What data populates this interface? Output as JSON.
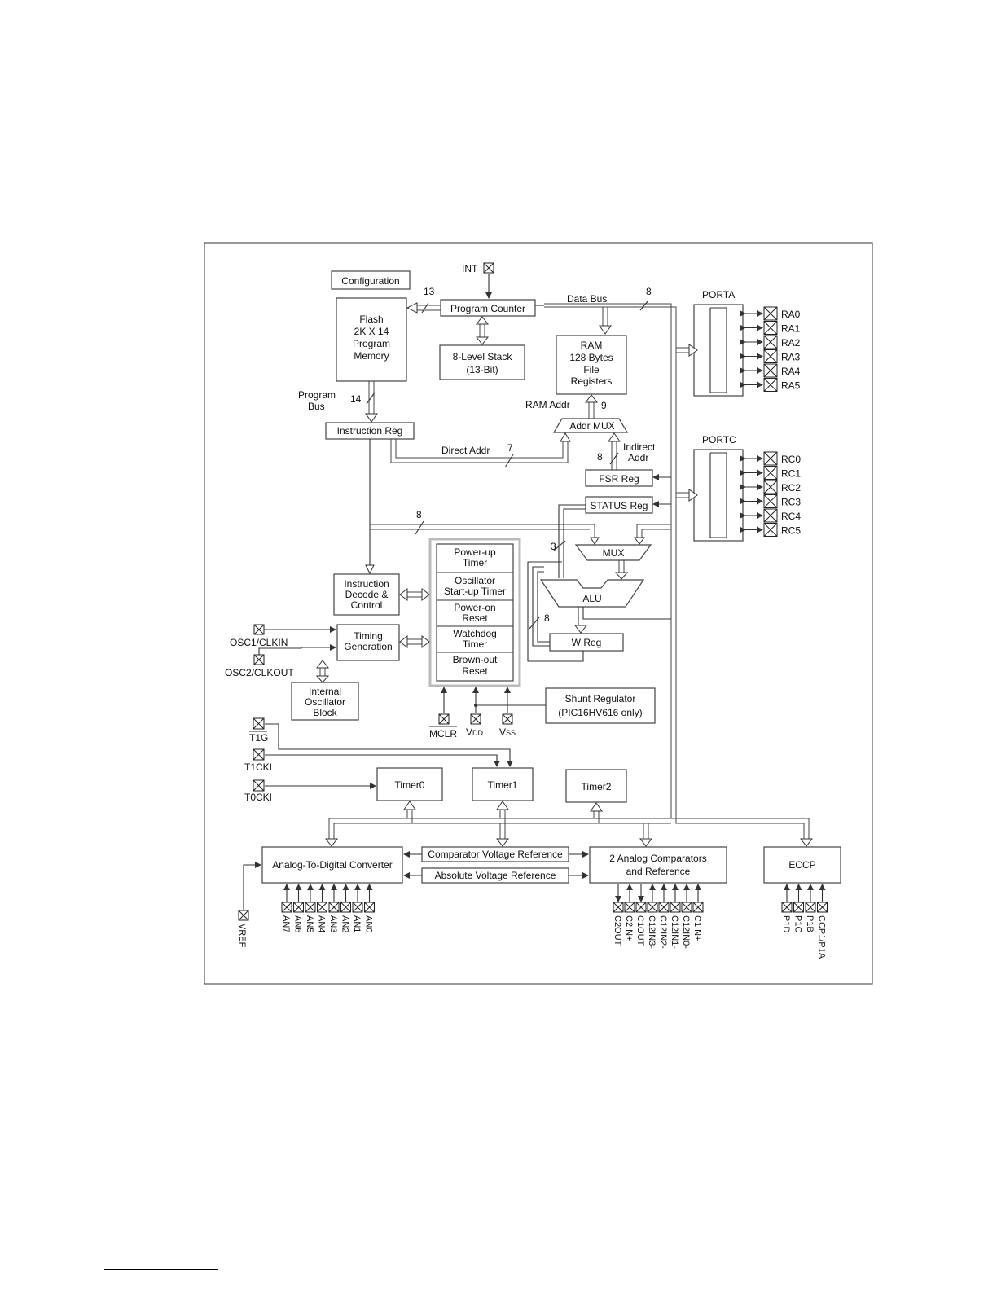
{
  "blocks": {
    "configuration": "Configuration",
    "flash": [
      "Flash",
      "2K X 14",
      "Program",
      "Memory"
    ],
    "program_counter": "Program Counter",
    "stack": [
      "8-Level Stack",
      "(13-Bit)"
    ],
    "ram": [
      "RAM",
      "128 Bytes",
      "File",
      "Registers"
    ],
    "instruction_reg": "Instruction Reg",
    "addr_mux": "Addr MUX",
    "fsr_reg": "FSR Reg",
    "status_reg": "STATUS Reg",
    "mux": "MUX",
    "alu": "ALU",
    "w_reg": "W Reg",
    "instruction_decode": [
      "Instruction",
      "Decode &",
      "Control"
    ],
    "timing_generation": [
      "Timing",
      "Generation"
    ],
    "internal_osc": [
      "Internal",
      "Oscillator",
      "Block"
    ],
    "supervisor": [
      [
        "Power-up",
        "Timer"
      ],
      [
        "Oscillator",
        "Start-up Timer"
      ],
      [
        "Power-on",
        "Reset"
      ],
      [
        "Watchdog",
        "Timer"
      ],
      [
        "Brown-out",
        "Reset"
      ]
    ],
    "shunt_regulator": [
      "Shunt Regulator",
      "(PIC16HV616 only)"
    ],
    "timer0": "Timer0",
    "timer1": "Timer1",
    "timer2": "Timer2",
    "adc": "Analog-To-Digital Converter",
    "comparator_vref": "Comparator Voltage Reference",
    "absolute_vref": "Absolute Voltage Reference",
    "comparators": [
      "2 Analog Comparators",
      "and Reference"
    ],
    "eccp": "ECCP",
    "porta": "PORTA",
    "portc": "PORTC"
  },
  "labels": {
    "int": "INT",
    "data_bus": "Data Bus",
    "program_bus": [
      "Program",
      "Bus"
    ],
    "ram_addr": "RAM Addr",
    "direct_addr": "Direct Addr",
    "indirect_addr": [
      "Indirect",
      "Addr"
    ],
    "w13": "13",
    "w8_data": "8",
    "w14": "14",
    "w9": "9",
    "w7": "7",
    "w8_ind": "8",
    "w8_mid": "8",
    "w3": "3",
    "w8_alu": "8",
    "osc1": "OSC1/CLKIN",
    "osc2": "OSC2/CLKOUT",
    "mclr": "MCLR",
    "vdd_main": "V",
    "vdd_sub": "DD",
    "vss_main": "V",
    "vss_sub": "SS",
    "t1g": "T1G",
    "t1cki": "T1CKI",
    "t0cki": "T0CKI",
    "vref": "VREF"
  },
  "pins": {
    "porta": [
      "RA0",
      "RA1",
      "RA2",
      "RA3",
      "RA4",
      "RA5"
    ],
    "portc": [
      "RC0",
      "RC1",
      "RC2",
      "RC3",
      "RC4",
      "RC5"
    ],
    "adc": [
      "AN7",
      "AN6",
      "AN5",
      "AN4",
      "AN3",
      "AN2",
      "AN1",
      "AN0"
    ],
    "comparator": [
      "C2OUT",
      "C2IN+",
      "C1OUT",
      "C12IN3-",
      "C12IN2-",
      "C12IN1-",
      "C12IN0-",
      "C1IN+"
    ],
    "eccp": [
      "P1D",
      "P1C",
      "P1B",
      "CCP1/P1A"
    ]
  }
}
